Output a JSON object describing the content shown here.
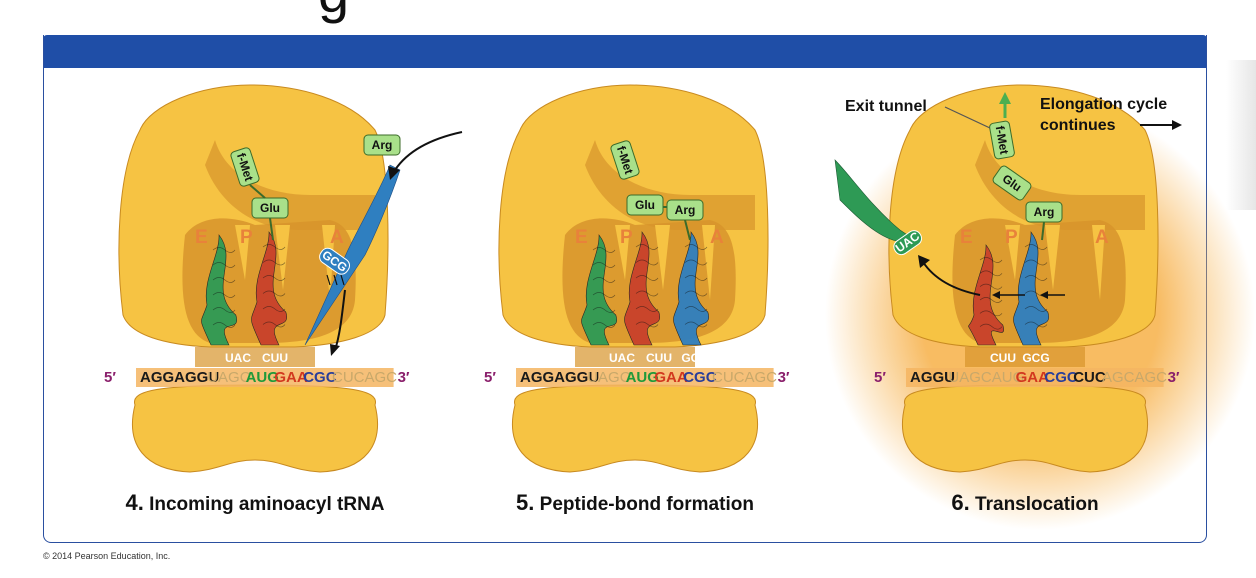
{
  "panels": [
    {
      "number": "4.",
      "title": "Incoming aminoacyl tRNA",
      "sites": [
        "E",
        "P",
        "A"
      ],
      "mrna": {
        "five": "5′",
        "three": "3′",
        "segments": [
          {
            "text": "AGGAGGU",
            "color": "#1a1a1a"
          },
          {
            "text": "UAGC",
            "color": "#c8a86a"
          },
          {
            "text": "AUG",
            "color": "#1f9a3a"
          },
          {
            "text": "GAA",
            "color": "#d2381f"
          },
          {
            "text": "CGC",
            "color": "#2a3f9a"
          },
          {
            "text": "CUCAGC",
            "color": "#c8a86a"
          }
        ]
      },
      "amino_acids": [
        "f-Met",
        "Glu",
        "Arg"
      ],
      "anticodons": [
        "UAC",
        "CUU",
        "GCG"
      ]
    },
    {
      "number": "5.",
      "title": "Peptide-bond formation",
      "sites": [
        "E",
        "P",
        "A"
      ],
      "mrna": {
        "five": "5′",
        "three": "3′",
        "segments": [
          {
            "text": "AGGAGGU",
            "color": "#1a1a1a"
          },
          {
            "text": "UAGC",
            "color": "#c8a86a"
          },
          {
            "text": "AUG",
            "color": "#1f9a3a"
          },
          {
            "text": "GAA",
            "color": "#d2381f"
          },
          {
            "text": "CGC",
            "color": "#2a3f9a"
          },
          {
            "text": "CUCAGC",
            "color": "#c8a86a"
          }
        ]
      },
      "amino_acids": [
        "f-Met",
        "Glu",
        "Arg"
      ],
      "anticodons": [
        "UAC",
        "CUU",
        "GCG"
      ]
    },
    {
      "number": "6.",
      "title": "Translocation",
      "sites": [
        "E",
        "P",
        "A"
      ],
      "mrna": {
        "five": "5′",
        "three": "3′",
        "segments": [
          {
            "text": "AGGU",
            "color": "#1a1a1a"
          },
          {
            "text": "UAGCAUG",
            "color": "#c8a86a"
          },
          {
            "text": "GAA",
            "color": "#d2381f"
          },
          {
            "text": "CGC",
            "color": "#2a3f9a"
          },
          {
            "text": "CUC",
            "color": "#1a1a1a"
          },
          {
            "text": "AGCAGC",
            "color": "#c8a86a"
          }
        ]
      },
      "amino_acids": [
        "f-Met",
        "Glu",
        "Arg"
      ],
      "anticodons": [
        "UAC",
        "CUU",
        "GCG"
      ],
      "annotations": {
        "exit_tunnel": "Exit tunnel",
        "elongation_line1": "Elongation cycle",
        "elongation_line2": "continues"
      }
    }
  ],
  "copyright": "© 2014 Pearson Education, Inc.",
  "title_fragment": "g",
  "colors": {
    "ribosome": "#f6c343",
    "ribosome_dark": "#d7942b",
    "header_bar": "#1f4ea7",
    "trna_green": "#2e9a55",
    "trna_red": "#c9412b",
    "trna_blue": "#2f7fc0",
    "amino_fill": "#a9e08a",
    "mrna_band": "#f4b562",
    "five_three": "#8a1f6b"
  }
}
